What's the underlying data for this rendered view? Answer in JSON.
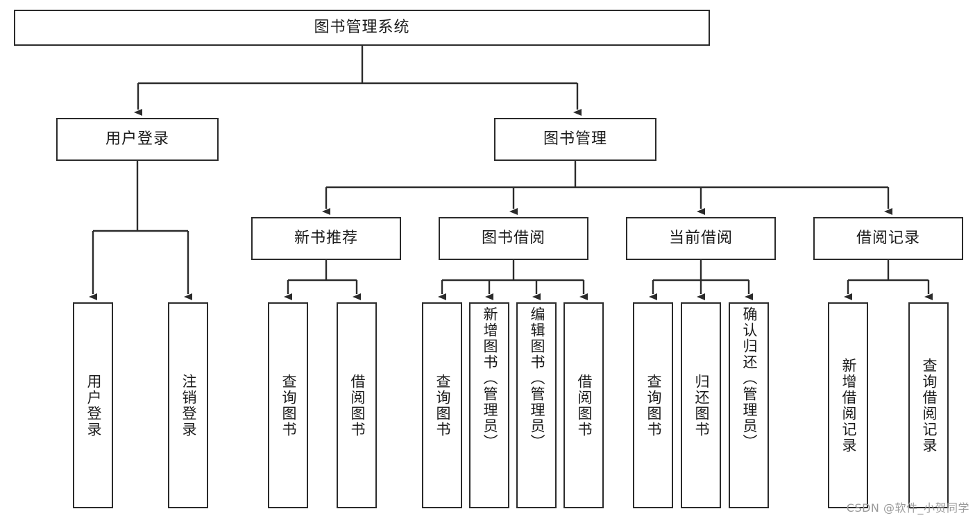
{
  "diagram": {
    "title": "图书管理系统",
    "watermark": "CSDN @软件_小贺同学",
    "colors": {
      "stroke": "#2b2b2b",
      "fill": "#ffffff",
      "text": "#1b1b1b",
      "watermark": "#9a9a9a"
    },
    "nodes": {
      "root": "图书管理系统",
      "level2": {
        "user_login": "用户登录",
        "book_manage": "图书管理"
      },
      "level3": {
        "new_book_recommend": "新书推荐",
        "book_borrow": "图书借阅",
        "current_borrow": "当前借阅",
        "borrow_record": "借阅记录"
      },
      "leaves": {
        "user_login_children": [
          "用户登录",
          "注销登录"
        ],
        "new_book_recommend_children": [
          "查询图书",
          "借阅图书"
        ],
        "book_borrow_children": [
          "查询图书",
          "新增图书（管理员）",
          "编辑图书（管理员）",
          "借阅图书"
        ],
        "current_borrow_children": [
          "查询图书",
          "归还图书",
          "确认归还（管理员）"
        ],
        "borrow_record_children": [
          "新增借阅记录",
          "查询借阅记录"
        ]
      }
    }
  }
}
